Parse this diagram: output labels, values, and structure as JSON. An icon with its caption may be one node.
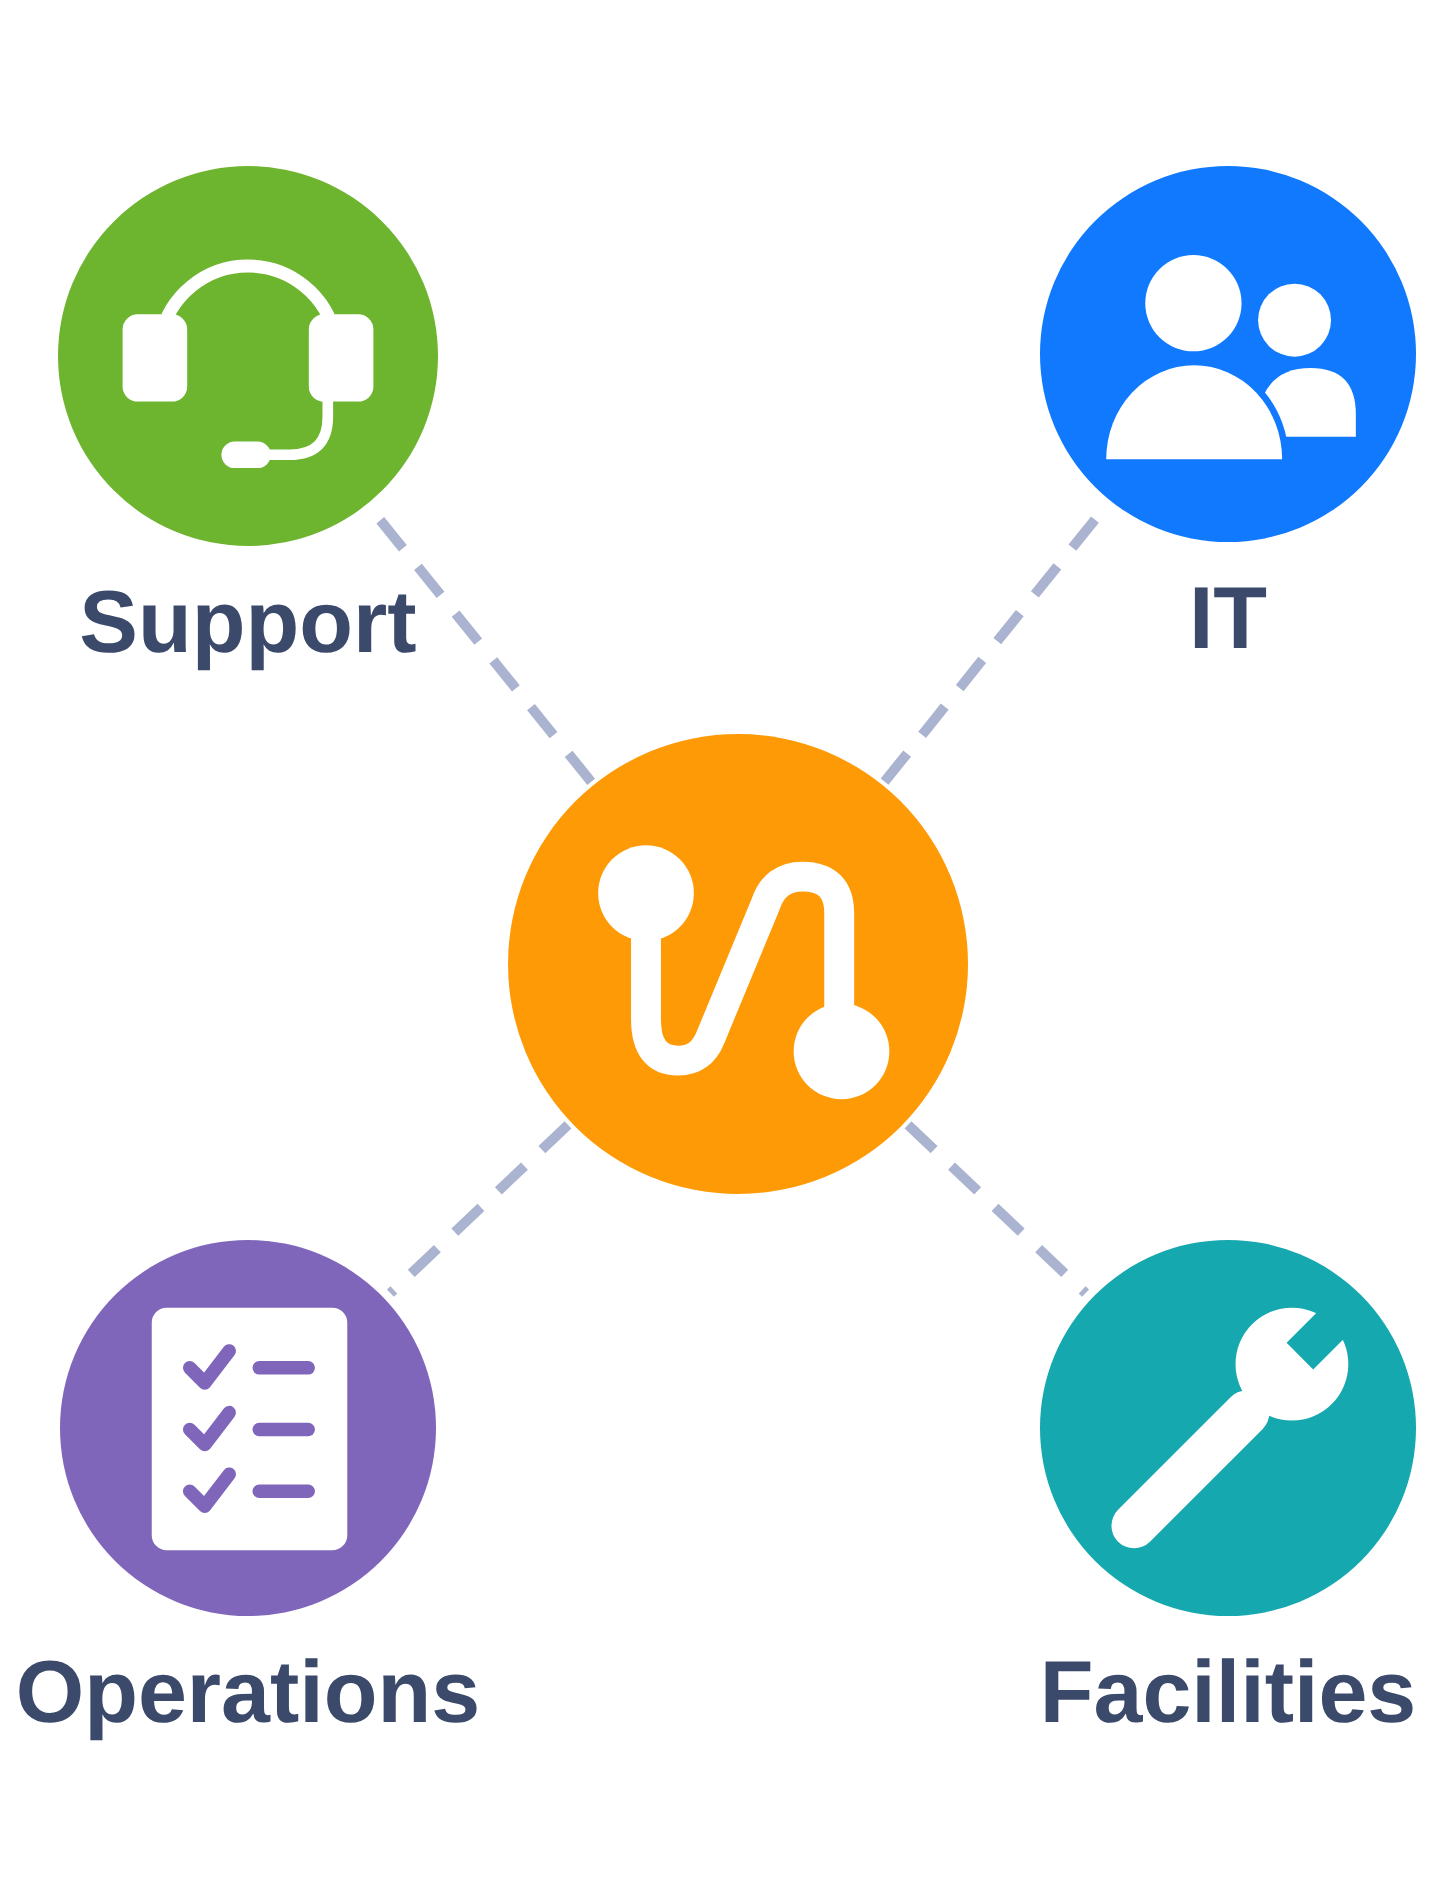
{
  "diagram": {
    "nodes": [
      {
        "text": [
          "Support"
        ]
      },
      {
        "text": [
          "IT"
        ]
      },
      {
        "text": [],
        "shape": "circle"
      },
      {
        "text": [
          "Operations"
        ]
      },
      {
        "text": [
          "Facilities"
        ]
      }
    ],
    "edges": [
      {
        "from": 2,
        "to": 0,
        "arrow": "none",
        "style": "dashed"
      },
      {
        "from": 2,
        "to": 1,
        "arrow": "none",
        "style": "dashed"
      },
      {
        "from": 2,
        "to": 3,
        "arrow": "none",
        "style": "dashed"
      },
      {
        "from": 2,
        "to": 4,
        "arrow": "none",
        "style": "dashed"
      }
    ]
  }
}
